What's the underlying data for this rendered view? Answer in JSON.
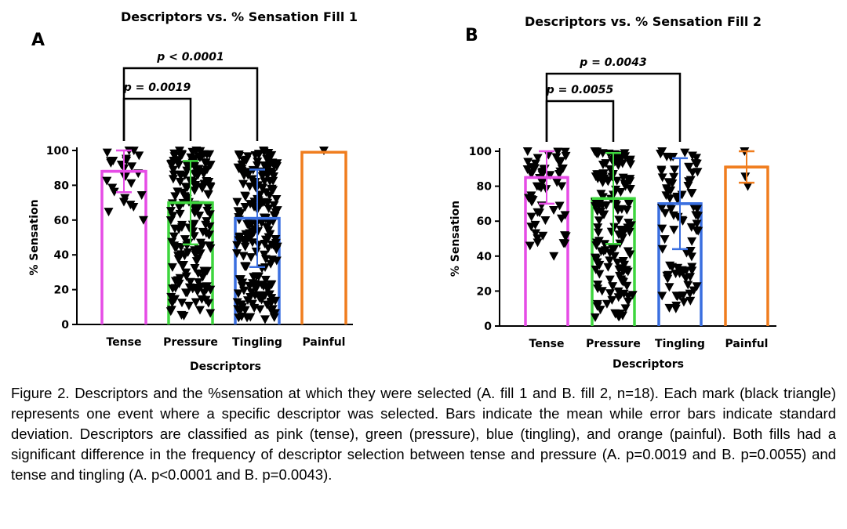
{
  "chart_data": [
    {
      "type": "bar",
      "panel": "A",
      "title": "Descriptors vs. % Sensation Fill 1",
      "xlabel": "Descriptors",
      "ylabel": "% Sensation",
      "ylim": [
        0,
        100
      ],
      "yticks": [
        0,
        20,
        40,
        60,
        80,
        100
      ],
      "categories": [
        "Tense",
        "Pressure",
        "Tingling",
        "Painful"
      ],
      "values": [
        88,
        70,
        61,
        99
      ],
      "sd": [
        12,
        24,
        28,
        0
      ],
      "colors": [
        "#e64ce6",
        "#3ed63e",
        "#3a6fe0",
        "#f07d1e"
      ],
      "point_marker": "black triangle",
      "point_counts": [
        26,
        180,
        200,
        1
      ],
      "point_ranges": [
        [
          60,
          100
        ],
        [
          5,
          100
        ],
        [
          3,
          100
        ],
        [
          100,
          100
        ]
      ],
      "significance": [
        {
          "from": "Tense",
          "to": "Pressure",
          "label": "p = 0.0019"
        },
        {
          "from": "Tense",
          "to": "Tingling",
          "label": "p < 0.0001"
        }
      ]
    },
    {
      "type": "bar",
      "panel": "B",
      "title": "Descriptors vs. % Sensation Fill 2",
      "xlabel": "Descriptors",
      "ylabel": "% Sensation",
      "ylim": [
        0,
        100
      ],
      "yticks": [
        0,
        20,
        40,
        60,
        80,
        100
      ],
      "categories": [
        "Tense",
        "Pressure",
        "Tingling",
        "Painful"
      ],
      "values": [
        85,
        73,
        70,
        91
      ],
      "sd": [
        15,
        26,
        26,
        9
      ],
      "colors": [
        "#e64ce6",
        "#3ed63e",
        "#3a6fe0",
        "#f07d1e"
      ],
      "point_marker": "black triangle",
      "point_counts": [
        60,
        150,
        90,
        3
      ],
      "point_ranges": [
        [
          40,
          100
        ],
        [
          5,
          100
        ],
        [
          10,
          100
        ],
        [
          80,
          100
        ]
      ],
      "significance": [
        {
          "from": "Tense",
          "to": "Pressure",
          "label": "p = 0.0055"
        },
        {
          "from": "Tense",
          "to": "Tingling",
          "label": "p = 0.0043"
        }
      ]
    }
  ],
  "caption": "Figure 2. Descriptors and the %sensation at which they were selected (A. fill 1 and B. fill 2, n=18). Each mark (black triangle) represents one event where a specific descriptor was selected. Bars indicate the mean while error bars indicate standard deviation. Descriptors are classified as pink (tense), green (pressure), blue (tingling), and orange (painful). Both fills had a significant difference in the frequency of descriptor selection between tense and pressure (A. p=0.0019 and B. p=0.0055) and tense and tingling (A. p<0.0001 and B. p=0.0043)."
}
